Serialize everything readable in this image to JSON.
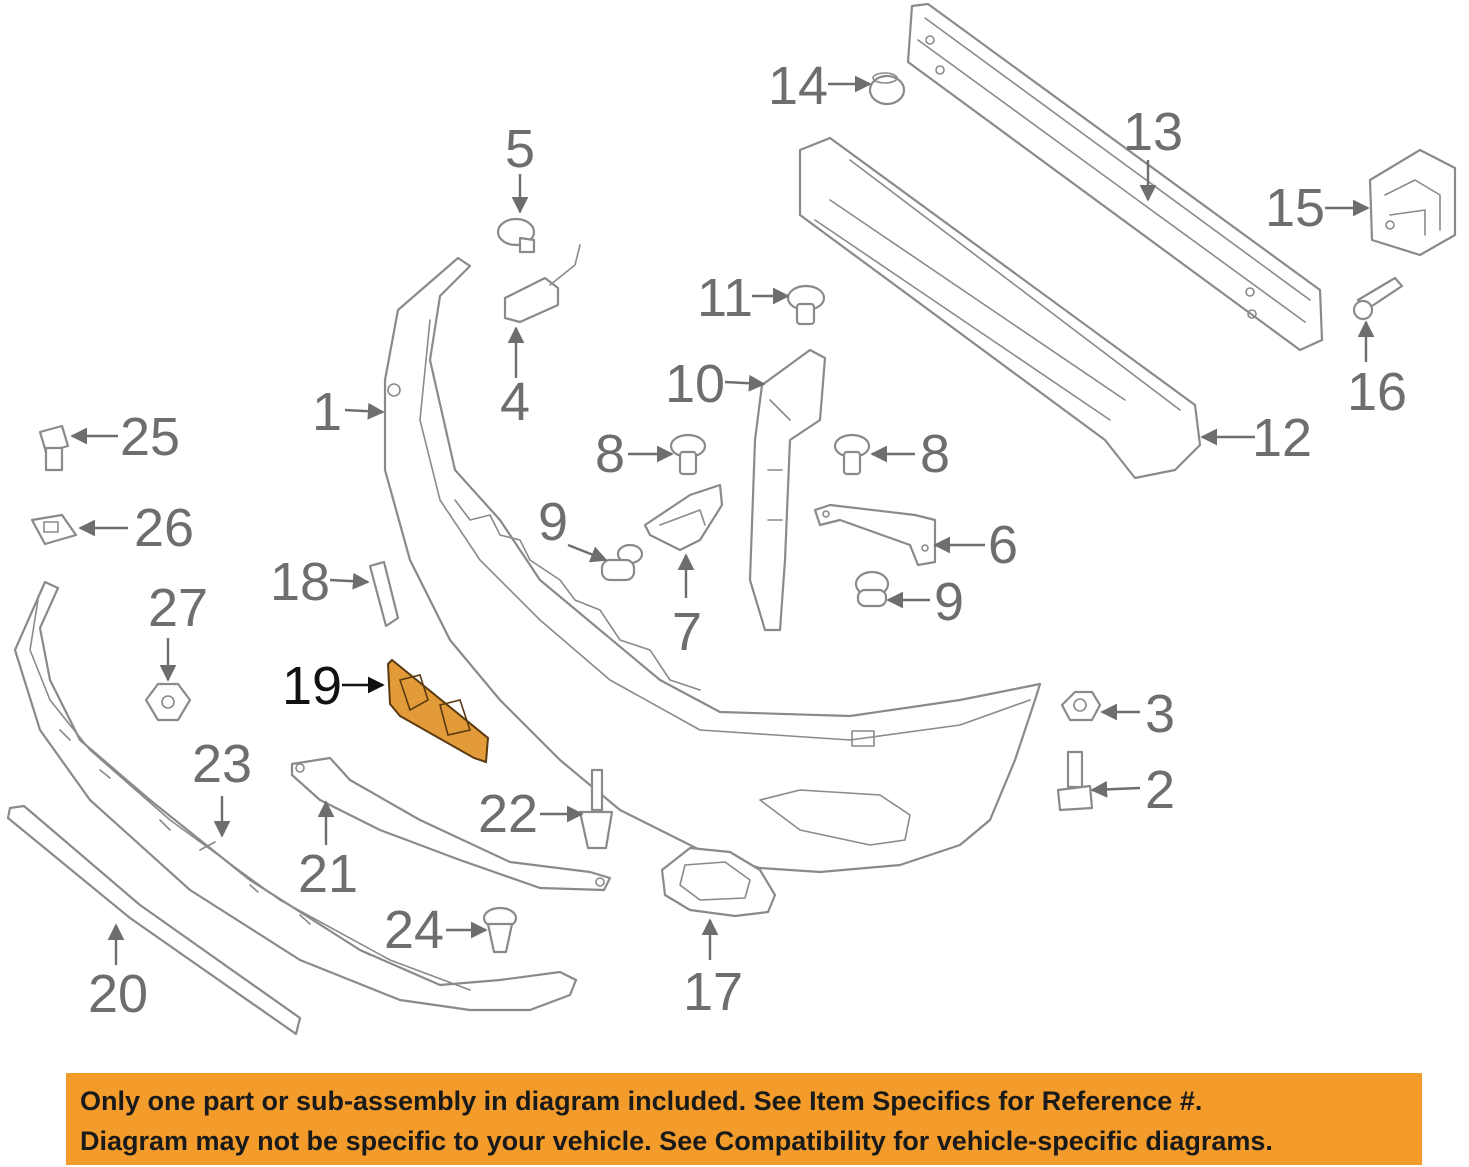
{
  "diagram": {
    "highlight_color": "#e39b3a",
    "callouts": {
      "c1": "1",
      "c2": "2",
      "c3": "3",
      "c4": "4",
      "c5": "5",
      "c6": "6",
      "c7": "7",
      "c8a": "8",
      "c8b": "8",
      "c9a": "9",
      "c9b": "9",
      "c10": "10",
      "c11": "11",
      "c12": "12",
      "c13": "13",
      "c14": "14",
      "c15": "15",
      "c16": "16",
      "c17": "17",
      "c18": "18",
      "c19": "19",
      "c20": "20",
      "c21": "21",
      "c22": "22",
      "c23": "23",
      "c24": "24",
      "c25": "25",
      "c26": "26",
      "c27": "27"
    }
  },
  "notice": {
    "line1": "Only one part or sub-assembly in diagram included. See Item Specifics for Reference #.",
    "line2": "Diagram may not be specific to your vehicle. See Compatibility for vehicle-specific diagrams.",
    "background": "#f39c2b"
  }
}
